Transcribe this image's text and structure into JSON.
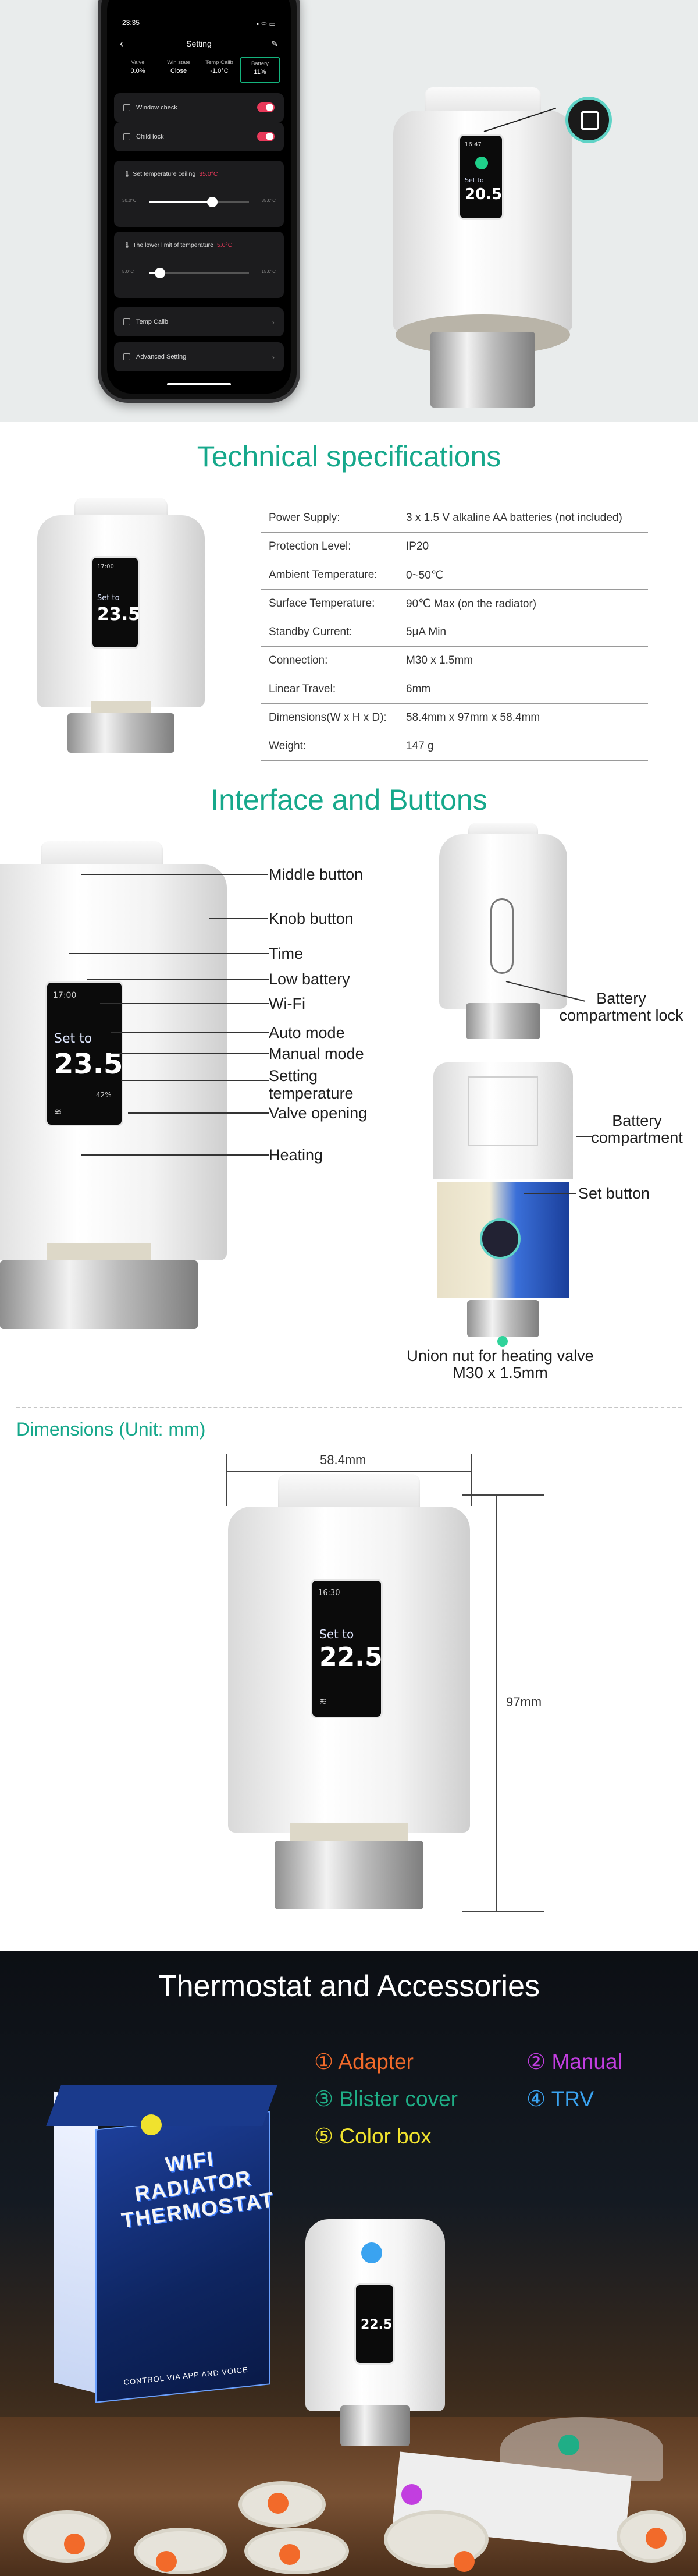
{
  "app": {
    "status_time": "23:35",
    "status_right": "▪ ᯤ ▭",
    "title": "Setting",
    "back_icon": "‹",
    "edit_icon": "✎",
    "tiles": [
      {
        "label": "Valve",
        "value": "0.0%"
      },
      {
        "label": "Win state",
        "value": "Close"
      },
      {
        "label": "Temp Calib",
        "value": "-1.0°C"
      },
      {
        "label": "Battery",
        "value": "11%"
      }
    ],
    "window_check": "Window check",
    "child_lock": "Child lock",
    "ceiling_label": "Set temperature ceiling",
    "ceiling_value": "35.0°C",
    "ceiling_min": "30.0°C",
    "ceiling_max": "35.0°C",
    "lower_label": "The lower limit of temperature",
    "lower_value": "5.0°C",
    "lower_min": "5.0°C",
    "lower_max": "15.0°C",
    "temp_calib": "Temp Calib",
    "advanced": "Advanced Setting"
  },
  "hero_device": {
    "time": "16:47",
    "set_to": "Set to",
    "temp": "20.5"
  },
  "specs": {
    "title": "Technical specifications",
    "rows": [
      {
        "k": "Power Supply:",
        "v": "3 x 1.5 V alkaline AA batteries (not included)"
      },
      {
        "k": "Protection Level:",
        "v": "IP20"
      },
      {
        "k": "Ambient Temperature:",
        "v": "0~50℃"
      },
      {
        "k": "Surface Temperature:",
        "v": "90℃ Max (on the radiator)"
      },
      {
        "k": "Standby Current:",
        "v": "5μA Min"
      },
      {
        "k": "Connection:",
        "v": "M30 x 1.5mm"
      },
      {
        "k": "Linear Travel:",
        "v": "6mm"
      },
      {
        "k": "Dimensions(W x H x D):",
        "v": "58.4mm x 97mm x 58.4mm"
      },
      {
        "k": "Weight:",
        "v": "147 g"
      }
    ],
    "device_time": "17:00",
    "device_set": "Set to",
    "device_temp": "23.5"
  },
  "interface": {
    "title": "Interface and Buttons",
    "labels": {
      "middle": "Middle button",
      "knob": "Knob button",
      "time": "Time",
      "low_battery": "Low battery",
      "wifi": "Wi-Fi",
      "auto": "Auto mode",
      "manual": "Manual mode",
      "setting_temp_1": "Setting",
      "setting_temp_2": "temperature",
      "valve": "Valve opening",
      "heating": "Heating",
      "battery_lock_1": "Battery",
      "battery_lock_2": "compartment lock",
      "battery_comp_1": "Battery",
      "battery_comp_2": "compartment",
      "set_button": "Set button",
      "union_1": "Union nut for heating valve",
      "union_2": "M30 x 1.5mm"
    },
    "device": {
      "time": "17:00",
      "set_to": "Set to",
      "temp": "23.5",
      "valve": "42%"
    }
  },
  "dimensions": {
    "title": "Dimensions (Unit: mm)",
    "width": "58.4mm",
    "height": "97mm",
    "device": {
      "time": "16:30",
      "set_to": "Set to",
      "temp": "22.5"
    }
  },
  "accessories": {
    "title": "Thermostat and Accessories",
    "items": [
      {
        "label": "① Adapter",
        "color": "#f26a2a"
      },
      {
        "label": "② Manual",
        "color": "#c23ee0"
      },
      {
        "label": "③ Blister cover",
        "color": "#1fae86"
      },
      {
        "label": "④ TRV",
        "color": "#3aa3f0"
      },
      {
        "label": "⑤ Color box",
        "color": "#f0e22e"
      }
    ],
    "box_text": "WIFI RADIATOR THERMOSTAT",
    "box_sub": "CONTROL VIA APP AND VOICE",
    "device_temp": "22.5"
  }
}
